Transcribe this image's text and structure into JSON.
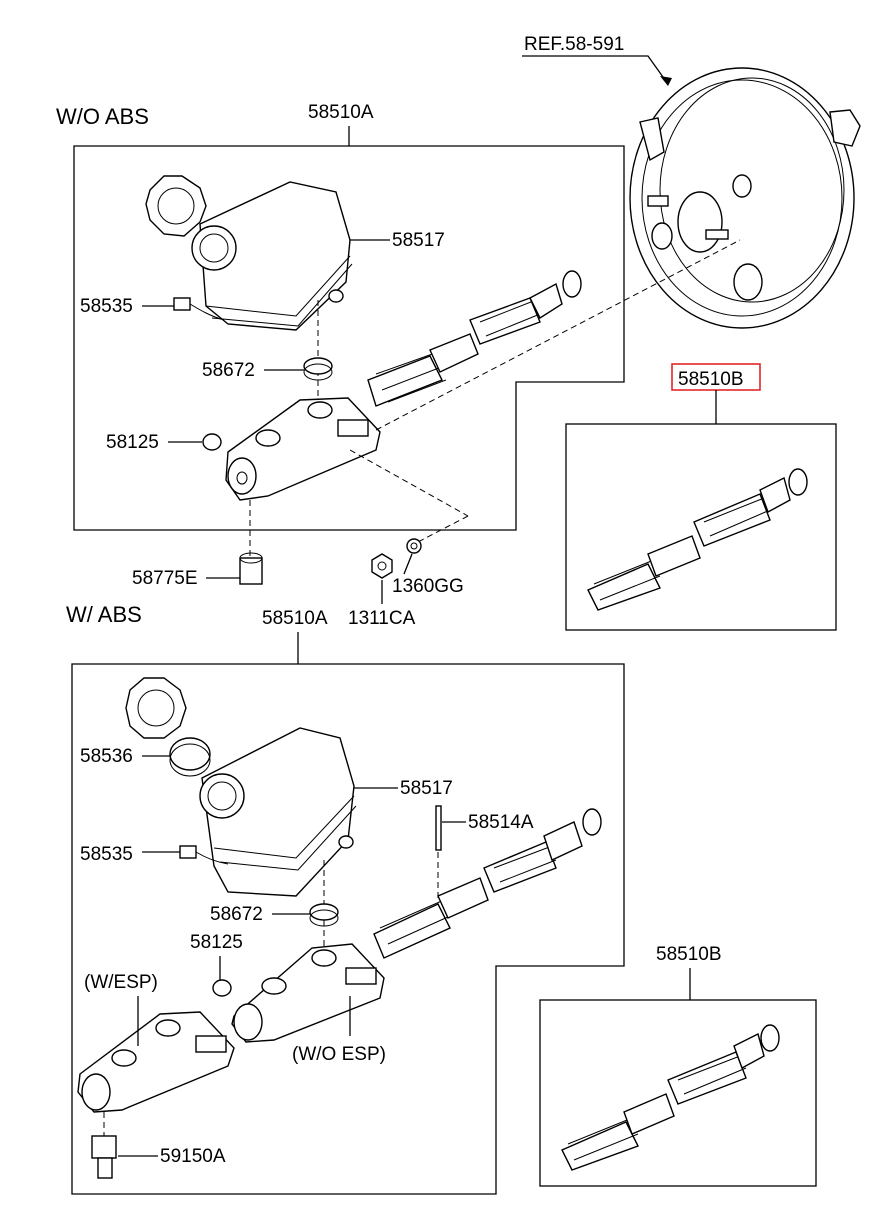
{
  "sections": {
    "wo_abs": "W/O ABS",
    "w_abs": "W/ ABS"
  },
  "top": {
    "ref_label": "REF.58-591",
    "assembly": "58510A",
    "reservoir": "58517",
    "sensor": "58535",
    "grommet": "58672",
    "plug": "58125",
    "fitting": "58775E",
    "nut": "1311CA",
    "washer": "1360GG",
    "kit": "58510B"
  },
  "bottom": {
    "assembly": "58510A",
    "cap_seal": "58536",
    "reservoir": "58517",
    "pin": "58514A",
    "sensor": "58535",
    "grommet": "58672",
    "plug": "58125",
    "w_esp": "(W/ESP)",
    "wo_esp": "(W/O ESP)",
    "switch": "59150A",
    "kit": "58510B"
  },
  "colors": {
    "line": "#000000",
    "highlight": "#e0191c"
  }
}
